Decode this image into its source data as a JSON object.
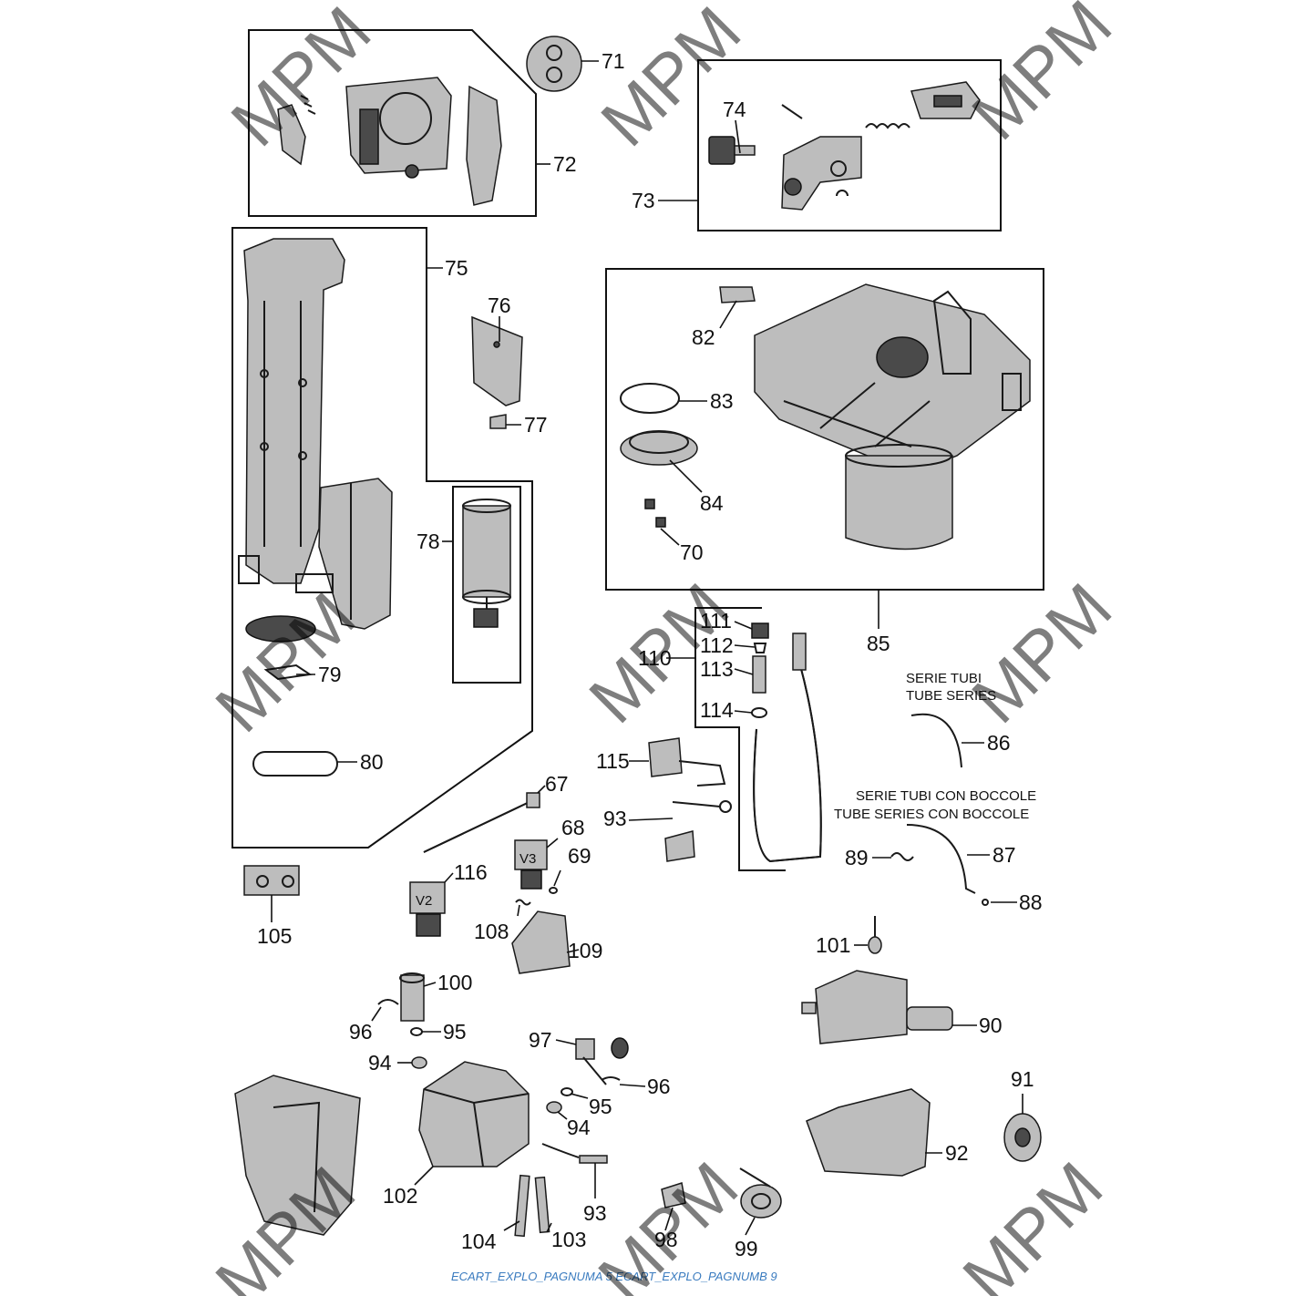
{
  "watermark": "MPM",
  "footer": "ECART_EXPLO_PAGNUMA 5 ECART_EXPLO_PAGNUMB 9",
  "captions": {
    "tubes_it": "SERIE TUBI",
    "tubes_en": "TUBE SERIES",
    "tubes_bushings_it": "SERIE TUBI CON BOCCOLE",
    "tubes_bushings_en": "TUBE SERIES CON BOCCOLE"
  },
  "part_numbers": [
    "67",
    "68",
    "69",
    "70",
    "71",
    "72",
    "73",
    "74",
    "75",
    "76",
    "77",
    "78",
    "79",
    "80",
    "82",
    "83",
    "84",
    "85",
    "86",
    "87",
    "88",
    "89",
    "90",
    "91",
    "92",
    "93",
    "94",
    "95",
    "96",
    "97",
    "98",
    "99",
    "100",
    "101",
    "102",
    "103",
    "104",
    "105",
    "108",
    "109",
    "110",
    "111",
    "112",
    "113",
    "114",
    "115",
    "116"
  ],
  "components": {
    "group_72": "72",
    "part_71": "71",
    "group_73": "73",
    "part_74": "74",
    "group_75": "75",
    "part_76": "76",
    "part_77": "77",
    "motor_78": "78",
    "part_79": "79",
    "belt_80": "80",
    "group_85": "85",
    "part_82": "82",
    "ring_83": "83",
    "filter_84": "84",
    "screws_70": "70",
    "group_110": "110",
    "part_111": "111",
    "part_112": "112",
    "part_113": "113",
    "ring_114": "114",
    "switch_115": "115",
    "tube_86": "86",
    "tube_87": "87",
    "part_88": "88",
    "part_89": "89",
    "rod_67": "67",
    "valve_68": "68",
    "ring_69": "69",
    "sensor_93": "93",
    "valve_116": "116",
    "clip_108": "108",
    "bracket_109": "109",
    "block_105": "105",
    "part_101": "101",
    "pump_90": "90",
    "part_91": "91",
    "bracket_92": "92",
    "fitting_100": "100",
    "clip_96": "96",
    "ring_95": "95",
    "ring_94": "94",
    "fitting_97": "97",
    "heater_102": "102",
    "rod_103": "103",
    "rod_104": "104",
    "part_98": "98",
    "part_99": "99"
  },
  "valve_labels": {
    "v2": "V2",
    "v3": "V3"
  }
}
